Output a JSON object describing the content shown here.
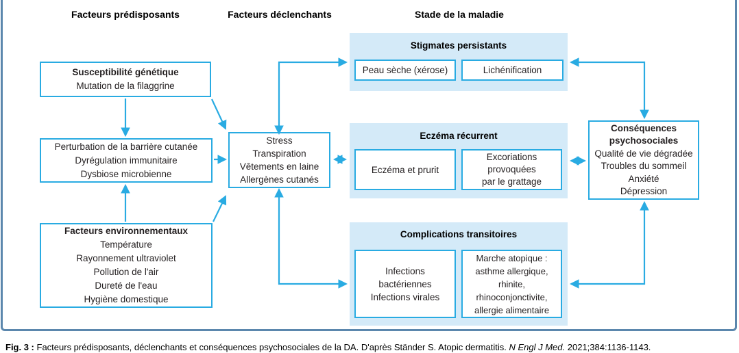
{
  "colors": {
    "accent": "#29abe2",
    "panel_bg": "#d4eaf8",
    "frame_border": "#5b87ad",
    "ink": "#231f20"
  },
  "diagram": {
    "headers": {
      "predisposing": "Facteurs prédisposants",
      "triggering": "Facteurs déclenchants",
      "stage": "Stade de la maladie"
    },
    "boxes": {
      "genetic": {
        "title": "Susceptibilité génétique",
        "body": "Mutation de la filaggrine"
      },
      "barrier": {
        "body": "Perturbation de la barrière cutanée\nDyrégulation immunitaire\nDysbiose microbienne"
      },
      "environment": {
        "title": "Facteurs environnementaux",
        "body": "Température\nRayonnement ultraviolet\nPollution de l'air\nDureté de l'eau\nHygiène domestique"
      },
      "triggers": {
        "body": "Stress\nTranspiration\nVêtements en laine\nAllergènes cutanés"
      },
      "consequences": {
        "title": "Conséquences\npsychosociales",
        "body": "Qualité de vie dégradée\nTroubles du sommeil\nAnxiété\nDépression"
      }
    },
    "panels": {
      "persistent": {
        "title": "Stigmates persistants",
        "item1": "Peau sèche (xérose)",
        "item2": "Lichénification"
      },
      "recurrent": {
        "title": "Eczéma récurrent",
        "item1": "Eczéma et prurit",
        "item2": "Excoriations\nprovoquées\npar le grattage"
      },
      "transient": {
        "title": "Complications transitoires",
        "item1": "Infections\nbactériennes\nInfections virales",
        "item2": "Marche atopique :\nasthme allergique,\nrhinite,\nrhinoconjonctivite,\nallergie alimentaire"
      }
    }
  },
  "caption": {
    "label": "Fig. 3 :",
    "text": " Facteurs prédisposants, déclenchants et conséquences psychosociales de la DA. D'après Ständer S. Atopic dermatitis. ",
    "journal": "N Engl J Med.",
    "ref": " 2021;384:1136-1143."
  }
}
